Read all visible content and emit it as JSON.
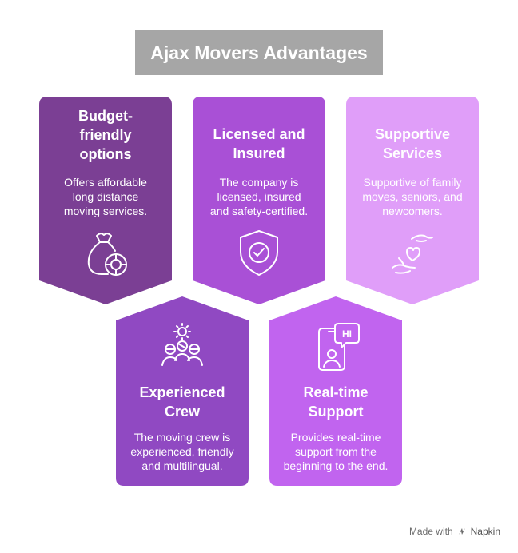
{
  "title": "Ajax Movers Advantages",
  "colors": {
    "budget": "#7b3f94",
    "licensed": "#a950d6",
    "supportive": "#e09ef9",
    "crew": "#9049c2",
    "realtime": "#c164ef",
    "title_bg": "#a6a6a6"
  },
  "cards": [
    {
      "heading": "Budget-\nfriendly\noptions",
      "desc": "Offers affordable\nlong distance\nmoving services.",
      "icon": "money-bag-icon"
    },
    {
      "heading": "Licensed and\nInsured",
      "desc": "The company is\nlicensed, insured\nand safety-certified.",
      "icon": "shield-check-icon"
    },
    {
      "heading": "Supportive\nServices",
      "desc": "Supportive of family\nmoves, seniors, and\nnewcomers.",
      "icon": "hands-heart-icon"
    },
    {
      "heading": "Experienced\nCrew",
      "desc": "The moving crew is\nexperienced, friendly\nand multilingual.",
      "icon": "team-gear-icon"
    },
    {
      "heading": "Real-time\nSupport",
      "desc": "Provides real-time\nsupport from the\nbeginning to the end.",
      "icon": "phone-chat-icon",
      "icon_text": "HI"
    }
  ],
  "footer": {
    "made_with": "Made with",
    "brand": "Napkin"
  }
}
